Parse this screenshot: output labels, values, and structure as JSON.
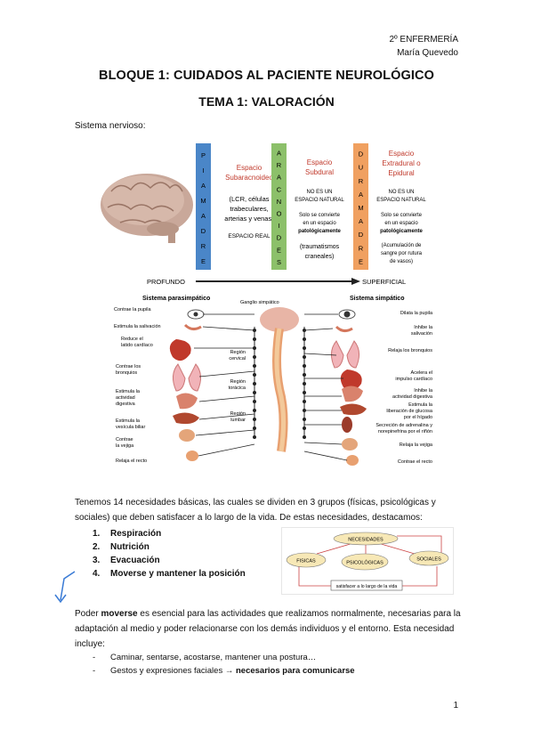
{
  "header": {
    "line1": "2º ENFERMERÍA",
    "line2": "María Quevedo"
  },
  "title": "BLOQUE 1: CUIDADOS AL PACIENTE NEUROLÓGICO",
  "subtitle": "TEMA 1: VALORACIÓN",
  "section_label": "Sistema nervioso:",
  "meninges": {
    "pia": {
      "letters": [
        "P",
        "I",
        "A",
        "M",
        "A",
        "D",
        "R",
        "E"
      ],
      "color": "#4a86c8"
    },
    "aracnoides": {
      "letters": [
        "A",
        "R",
        "A",
        "C",
        "N",
        "O",
        "I",
        "D",
        "E",
        "S"
      ],
      "color": "#8cc06a"
    },
    "duramadre": {
      "letters": [
        "D",
        "U",
        "R",
        "A",
        "M",
        "A",
        "D",
        "R",
        "E"
      ],
      "color": "#f0a060"
    },
    "space1": {
      "title": [
        "Espacio",
        "Subaracnoideo"
      ],
      "desc": [
        "(LCR, células",
        "trabeculares,",
        "arterias y venas)"
      ],
      "real": "ESPACIO REAL"
    },
    "space2": {
      "title": [
        "Espacio",
        "Subdural"
      ],
      "natural": [
        "NO ES UN",
        "ESPACIO NATURAL"
      ],
      "conv": [
        "Solo se convierte",
        "en un espacio"
      ],
      "patol": "patológicamente",
      "cause": [
        "(traumatismos",
        "craneales)"
      ]
    },
    "space3": {
      "title": [
        "Espacio",
        "Extradural o",
        "Epidural"
      ],
      "natural": [
        "NO ES UN",
        "ESPACIO NATURAL"
      ],
      "conv": [
        "Solo se convierte",
        "en un espacio"
      ],
      "patol": "patológicamente",
      "cause": [
        "(Acumulación de",
        "sangre por rutura",
        "de vasos)"
      ]
    },
    "profundo": "PROFUNDO",
    "superficial": "SUPERFICIAL"
  },
  "autonomic": {
    "para_title": "Sistema parasimpático",
    "simp_title": "Sistema simpático",
    "ganglio": "Ganglio simpático",
    "regions": [
      [
        "Región",
        "cervical"
      ],
      [
        "Región",
        "torácica"
      ],
      [
        "Región",
        "lumbar"
      ]
    ],
    "left_labels": [
      [
        "Contrae la pupila"
      ],
      [
        "Estimula la salivación"
      ],
      [
        "Reduce el",
        "latido cardíaco"
      ],
      [
        "Contrae los",
        "bronquios"
      ],
      [
        "Estimula la",
        "actividad",
        "digestiva"
      ],
      [
        "Estimula la",
        "vesícula biliar"
      ],
      [
        "Contrae",
        "la vejiga"
      ],
      [
        "Relaja el recto"
      ]
    ],
    "right_labels": [
      [
        "Dilata la pupila"
      ],
      [
        "Inhibe la",
        "salivación"
      ],
      [
        "Relaja los bronquios"
      ],
      [
        "Acelera el",
        "impulso cardíaco"
      ],
      [
        "Inhibe la",
        "actividad digestiva"
      ],
      [
        "Estimula la",
        "liberación de glucosa",
        "por el hígado"
      ],
      [
        "Secreción de adrenalina y",
        "norepinefrina por el riñón"
      ],
      [
        "Relaja la vejiga"
      ],
      [
        "Contrae el recto"
      ]
    ]
  },
  "intro_paragraph": "Tenemos 14 necesidades básicas, las cuales se dividen en 3 grupos (físicas, psicológicas y sociales) que deben satisfacer a lo largo de la vida. De estas necesidades, destacamos:",
  "needs": [
    {
      "num": "1.",
      "text": "Respiración",
      "bold": true
    },
    {
      "num": "2.",
      "text": "Nutrición",
      "bold": true
    },
    {
      "num": "3.",
      "text": "Evacuación",
      "bold": true
    },
    {
      "num": "4.",
      "text": "Moverse y mantener la posición",
      "bold": true
    }
  ],
  "needs_diagram": {
    "top": "NECESIDADES",
    "left": "FISICAS",
    "mid": "PSICOLÓGICAS",
    "right": "SOCIALES",
    "bottom": "satisfacer a lo largo de la vida"
  },
  "move_paragraph": {
    "pre": "Poder ",
    "bold": "moverse",
    "post": " es esencial para las actividades que realizamos normalmente, necesarias para la adaptación al medio y poder relacionarse con los demás individuos y el entorno. Esta necesidad incluye:"
  },
  "bullets": [
    {
      "dash": "-",
      "text": "Caminar, sentarse, acostarse, mantener una postura…",
      "bold_tail": ""
    },
    {
      "dash": "-",
      "text": "Gestos y expresiones faciales → ",
      "bold_tail": "necesarios para comunicarse"
    }
  ],
  "page_number": "1"
}
